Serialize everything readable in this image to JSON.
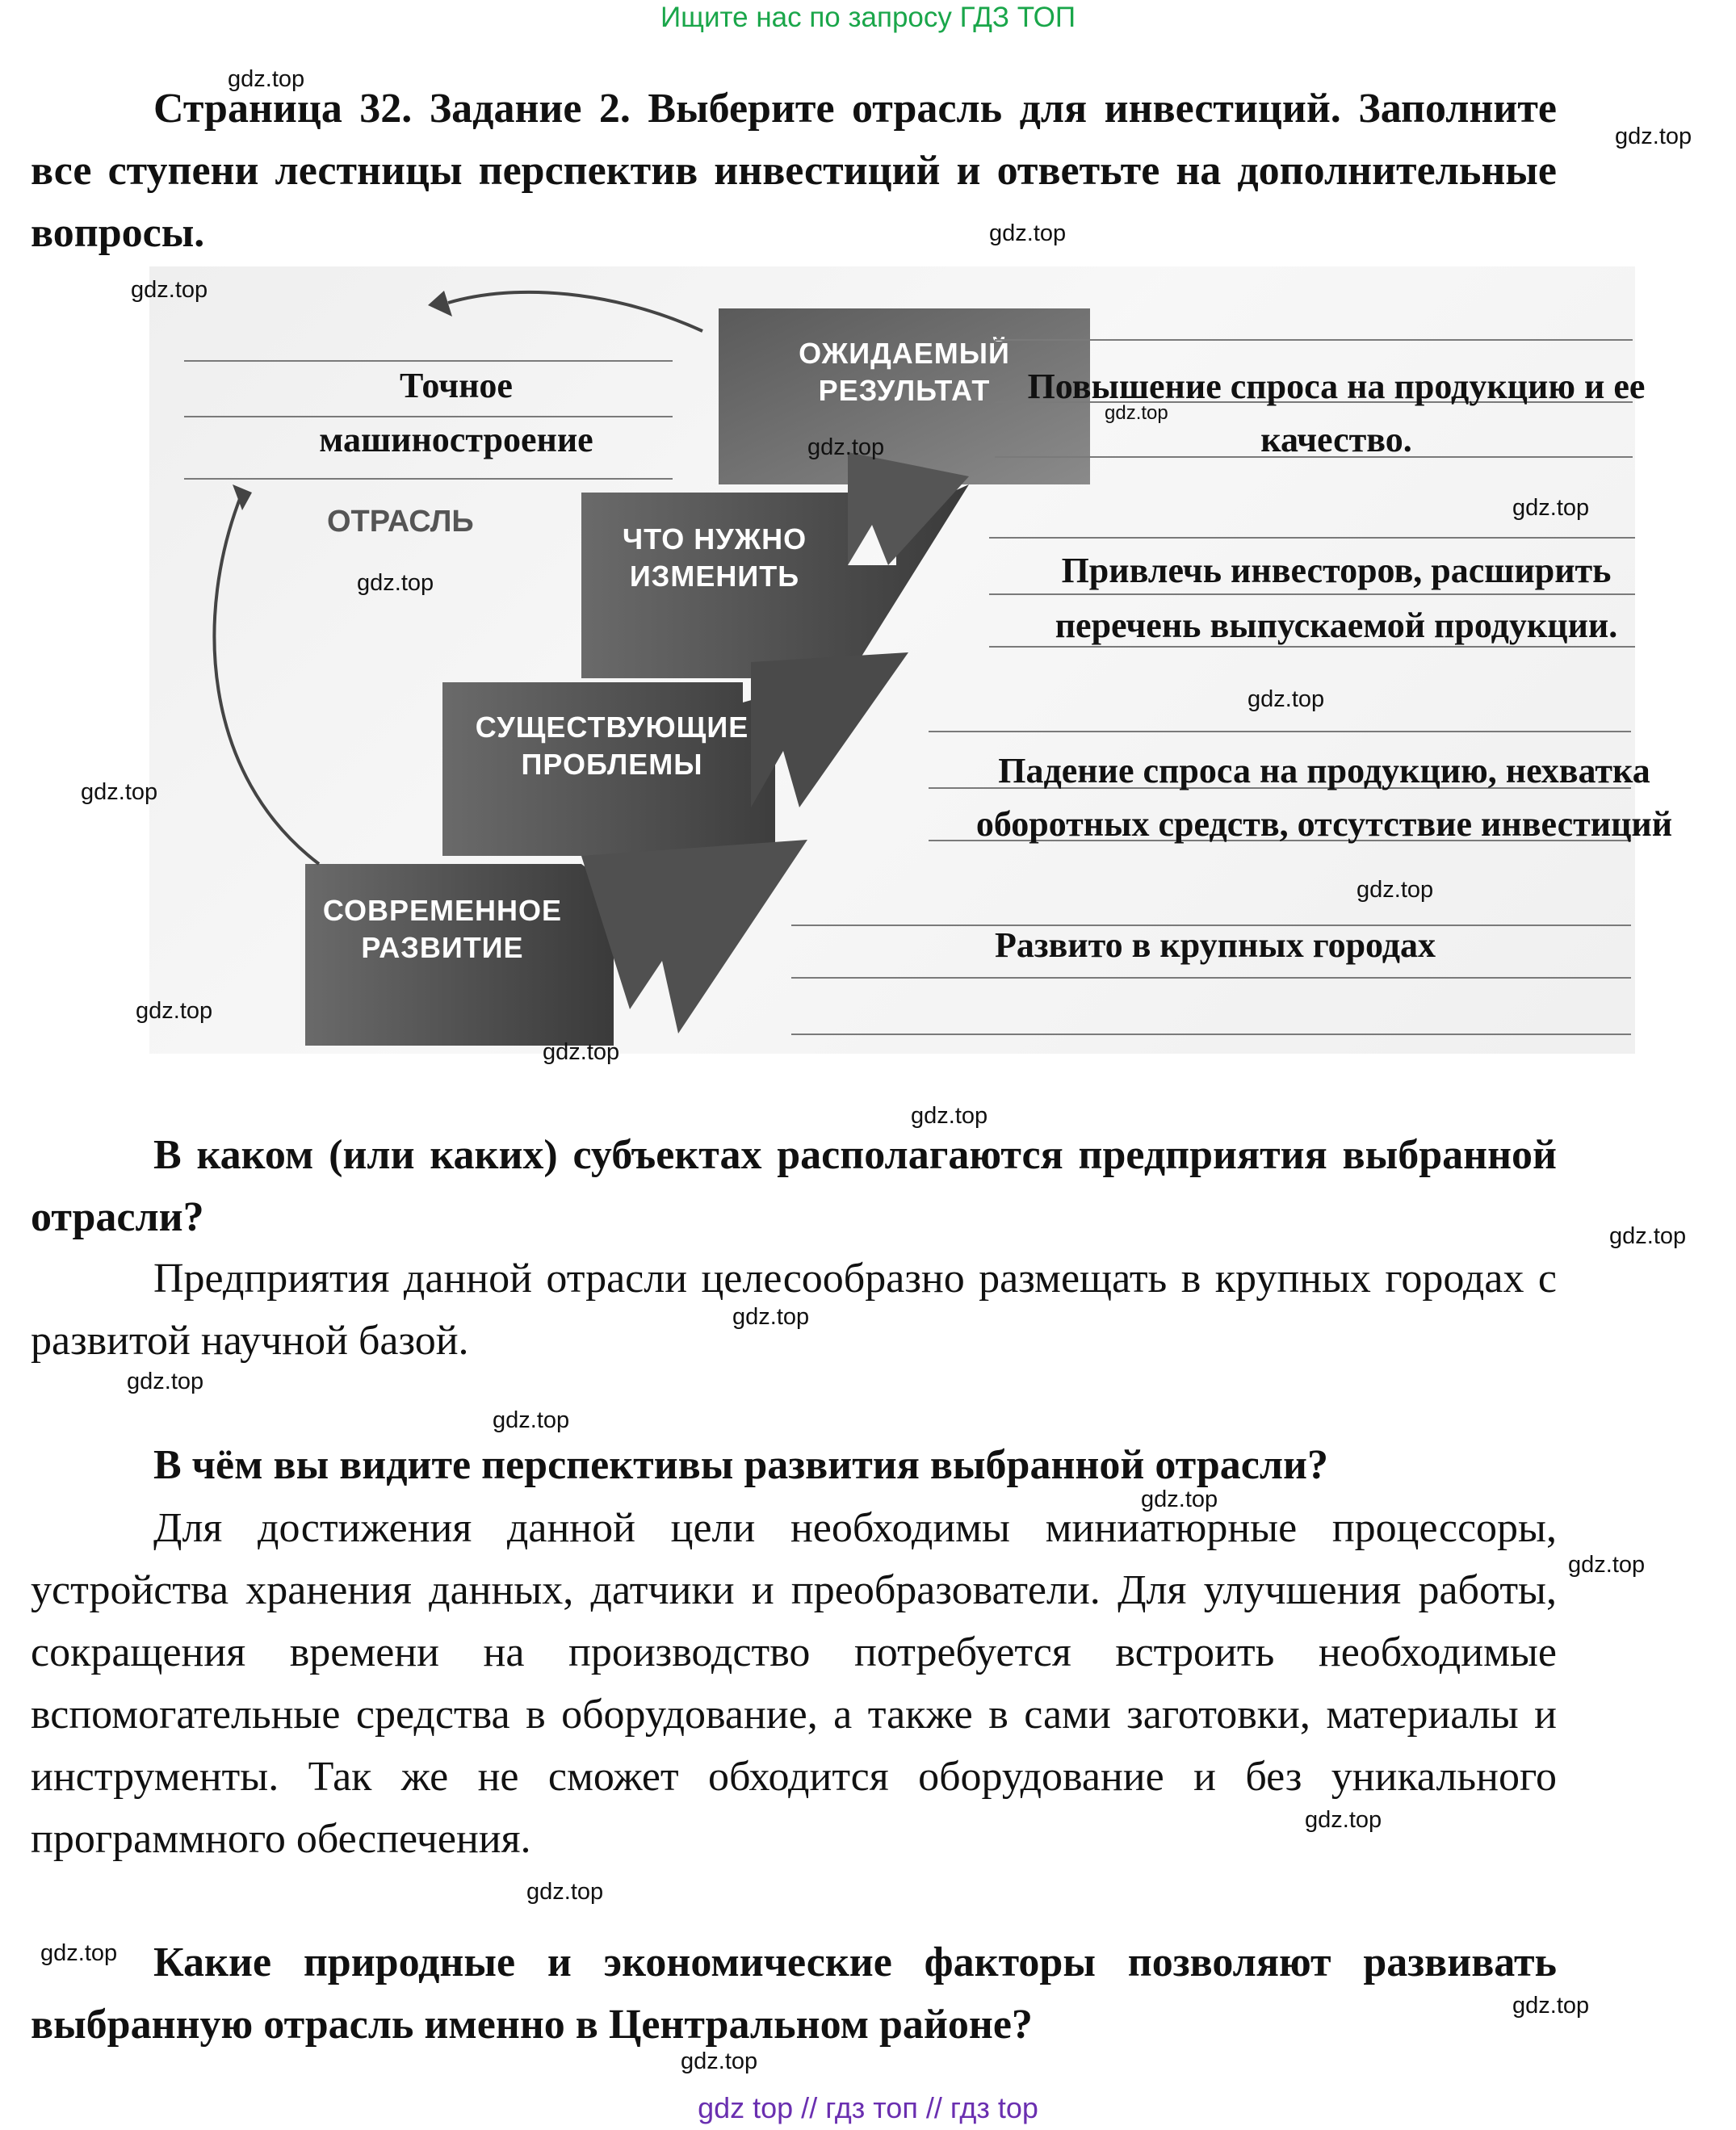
{
  "banner_top": "Ищите нас по запросу ГДЗ ТОП",
  "banner_bottom": "gdz top  //  гдз топ  //  гдз top",
  "watermark": "gdz.top",
  "task": {
    "heading": "Страница 32. Задание 2.     Выберите отрасль для инвестиций. Заполните все ступени лестницы перспектив инвестиций и ответьте на дополнительные вопросы."
  },
  "diagram": {
    "steps": {
      "result": "ОЖИДАЕМЫЙ РЕЗУЛЬТАТ",
      "change": "ЧТО НУЖНО ИЗМЕНИТЬ",
      "problems": "СУЩЕСТВУЮЩИЕ ПРОБЛЕМЫ",
      "development": "СОВРЕМЕННОЕ РАЗВИТИЕ"
    },
    "otrasl_label": "ОТРАСЛЬ",
    "answers": {
      "industry_line1": "Точное",
      "industry_line2": "машиностроение",
      "result_line1": "Повышение спроса на продукцию и ее",
      "result_line2": "качество.",
      "change_line1": "Привлечь инвесторов, расширить",
      "change_line2": "перечень выпускаемой продукции.",
      "problems_line1": "Падение спроса на продукцию, нехватка",
      "problems_line2": "оборотных средств, отсутствие инвестиций",
      "development_line1": "Развито в крупных городах"
    }
  },
  "q1": {
    "question": "В каком (или каких) субъектах располагаются предприятия выбранной отрасли?",
    "answer": "Предприятия данной отрасли целесообразно размещать в крупных городах с развитой научной базой."
  },
  "q2": {
    "question": "В чём вы видите перспективы развития выбранной отрасли?",
    "answer": "Для достижения данной цели необходимы миниатюрные процессоры, устройства хранения данных, датчики и преобразователи. Для улучшения работы, сокращения времени на производство потребуется встроить необходимые вспомогательные средства в оборудование, а также в сами заготовки, материалы и инструменты. Так же не сможет обходится оборудование и без уникального программного обеспечения."
  },
  "q3": {
    "question": "Какие природные и экономические факторы позволяют развивать выбранную отрасль именно в Центральном районе?"
  }
}
